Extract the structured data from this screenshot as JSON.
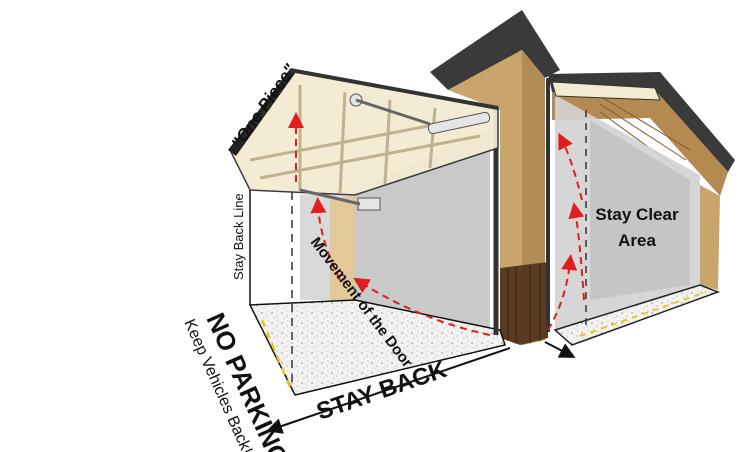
{
  "labels": {
    "one_piece": "\"One Piece\"",
    "stay_back_line": "Stay Back Line",
    "movement": "Movement of the Door",
    "stay_clear_1": "Stay Clear",
    "stay_clear_2": "Area",
    "no_parking": "NO PARKING",
    "keep_vehicles": "Keep Vehicles Back!",
    "stay_back": "STAY BACK"
  },
  "colors": {
    "wall_tan": "#c9a56b",
    "wall_dark": "#8a6a3c",
    "siding_brown": "#5a3a20",
    "roof_edge": "#3a3a3a",
    "door_panel": "#f3ead2",
    "interior_gray": "#c9c9c9",
    "floor_speckle": "#eeeeee",
    "arrow_red": "#e01e1e",
    "stripe_yellow": "#e8c81a",
    "text_black": "#111111"
  }
}
